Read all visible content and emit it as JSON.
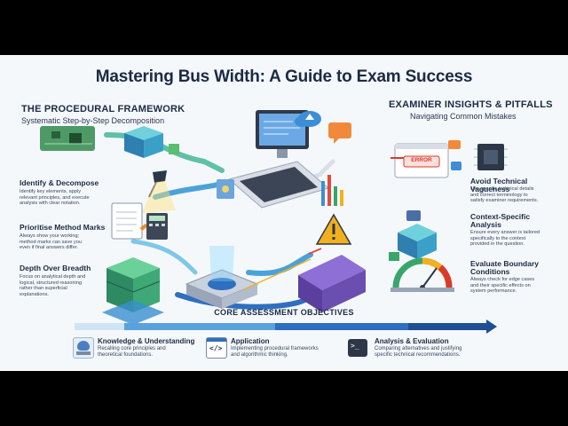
{
  "title": "Mastering Bus Width: A Guide to Exam Success",
  "left_section": {
    "heading": "THE PROCEDURAL FRAMEWORK",
    "subheading": "Systematic Step-by-Step Decomposition",
    "items": [
      {
        "title": "Identify & Decompose",
        "desc": [
          "Identify key elements, apply",
          "relevant principles, and execute",
          "analysis with clear notation."
        ]
      },
      {
        "title": "Prioritise Method Marks",
        "desc": [
          "Always show your working;",
          "method marks can save you",
          "even if final answers differ."
        ]
      },
      {
        "title": "Depth Over Breadth",
        "desc": [
          "Focus on analytical depth and",
          "logical, structured reasoning",
          "rather than superficial",
          "explanations."
        ]
      }
    ]
  },
  "right_section": {
    "heading": "EXAMINER INSIGHTS & PITFALLS",
    "subheading": "Navigating Common Mistakes",
    "error_label": "ERROR",
    "items": [
      {
        "title": [
          "Avoid Technical Vagueness"
        ],
        "desc": [
          "Use specific technical details",
          "and correct terminology to",
          "satisfy examiner requirements."
        ]
      },
      {
        "title": [
          "Context-Specific",
          "Analysis"
        ],
        "desc": [
          "Ensure every answer is tailored",
          "specifically to the context",
          "provided in the question."
        ]
      },
      {
        "title": [
          "Evaluate Boundary",
          "Conditions"
        ],
        "desc": [
          "Always check for edge cases",
          "and their specific effects on",
          "system performance."
        ]
      }
    ]
  },
  "objectives": {
    "heading": "CORE ASSESSMENT OBJECTIVES",
    "items": [
      {
        "title": "Knowledge & Understanding",
        "desc": [
          "Recalling core principles and",
          "theoretical foundations."
        ]
      },
      {
        "title": "Application",
        "desc": [
          "Implementing procedural frameworks",
          "and algorithmic thinking."
        ]
      },
      {
        "title": "Analysis & Evaluation",
        "desc": [
          "Comparing alternatives and justifying",
          "specific technical recommendations."
        ]
      }
    ]
  },
  "colors": {
    "primary": "#1c2a44",
    "accent_blue": "#2f6fbf",
    "accent_teal": "#3ab0b5",
    "warning": "#f2b01e",
    "error": "#d93a2b",
    "purple": "#6a4fb0"
  },
  "icons": [
    "circuit-board-icon",
    "cube-icon",
    "lamp-icon",
    "notepad-icon",
    "calculator-icon",
    "server-stack-icon",
    "monitor-icon",
    "cloud-icon",
    "warning-icon",
    "chart-icon",
    "chip-icon",
    "gauge-icon",
    "brain-icon",
    "code-window-icon",
    "terminal-icon"
  ]
}
